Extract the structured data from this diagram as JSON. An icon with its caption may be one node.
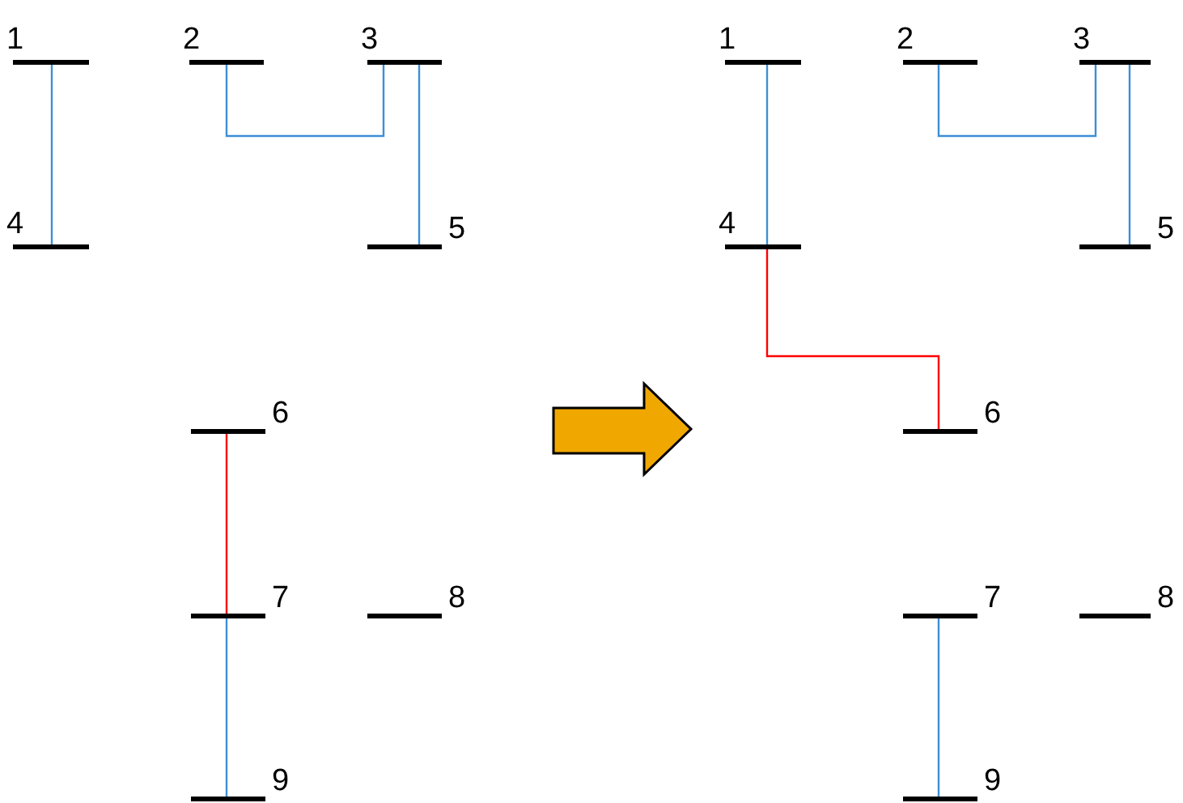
{
  "diagram": {
    "nodes": [
      {
        "text": [],
        "shape": "bar",
        "beside": [
          "1"
        ]
      },
      {
        "text": [],
        "shape": "bar",
        "beside": [
          "2"
        ]
      },
      {
        "text": [],
        "shape": "bar",
        "beside": [
          "3"
        ]
      },
      {
        "text": [],
        "shape": "bar",
        "beside": [
          "4"
        ]
      },
      {
        "text": [],
        "shape": "bar",
        "beside": [
          "5"
        ]
      },
      {
        "text": [],
        "shape": "bar",
        "beside": [
          "6"
        ]
      },
      {
        "text": [],
        "shape": "bar",
        "beside": [
          "7"
        ]
      },
      {
        "text": [],
        "shape": "bar",
        "beside": [
          "8"
        ]
      },
      {
        "text": [],
        "shape": "bar",
        "beside": [
          "9"
        ]
      },
      {
        "text": [],
        "shape": "bar",
        "beside": [
          "1"
        ]
      },
      {
        "text": [],
        "shape": "bar",
        "beside": [
          "2"
        ]
      },
      {
        "text": [],
        "shape": "bar",
        "beside": [
          "3"
        ]
      },
      {
        "text": [],
        "shape": "bar",
        "beside": [
          "4"
        ]
      },
      {
        "text": [],
        "shape": "bar",
        "beside": [
          "5"
        ]
      },
      {
        "text": [],
        "shape": "bar",
        "beside": [
          "6"
        ]
      },
      {
        "text": [],
        "shape": "bar",
        "beside": [
          "7"
        ]
      },
      {
        "text": [],
        "shape": "bar",
        "beside": [
          "8"
        ]
      },
      {
        "text": [],
        "shape": "bar",
        "beside": [
          "9"
        ]
      }
    ],
    "edges": [
      {
        "from": 0,
        "to": 3,
        "arrow": "none"
      },
      {
        "from": 1,
        "to": 2,
        "arrow": "none"
      },
      {
        "from": 2,
        "to": 4,
        "arrow": "none"
      },
      {
        "from": 5,
        "to": 6,
        "arrow": "none",
        "color": "#ff0000"
      },
      {
        "from": 6,
        "to": 8,
        "arrow": "none"
      },
      {
        "from": 9,
        "to": 12,
        "arrow": "none"
      },
      {
        "from": 10,
        "to": 11,
        "arrow": "none"
      },
      {
        "from": 11,
        "to": 13,
        "arrow": "none"
      },
      {
        "from": 12,
        "to": 14,
        "arrow": "none",
        "color": "#ff0000"
      },
      {
        "from": 15,
        "to": 17,
        "arrow": "none"
      }
    ]
  }
}
